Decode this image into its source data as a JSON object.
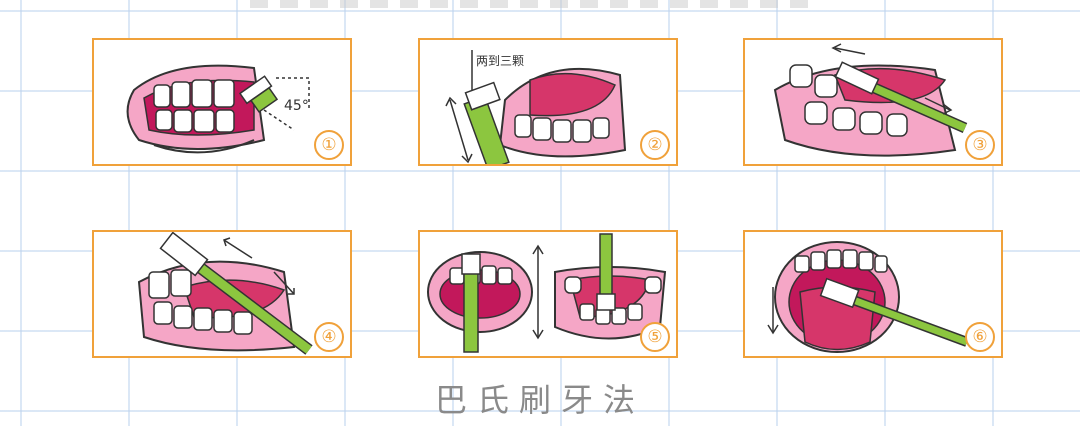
{
  "title": "巴氏刷牙法",
  "steps": [
    {
      "number": "①",
      "annotation": "45°"
    },
    {
      "number": "②",
      "annotation": "两到三颗"
    },
    {
      "number": "③"
    },
    {
      "number": "④"
    },
    {
      "number": "⑤"
    },
    {
      "number": "⑥"
    }
  ],
  "colors": {
    "border": "#f0a13a",
    "gum": "#f08cb4",
    "tongue": "#d6366a",
    "brush": "#8cc63f"
  }
}
